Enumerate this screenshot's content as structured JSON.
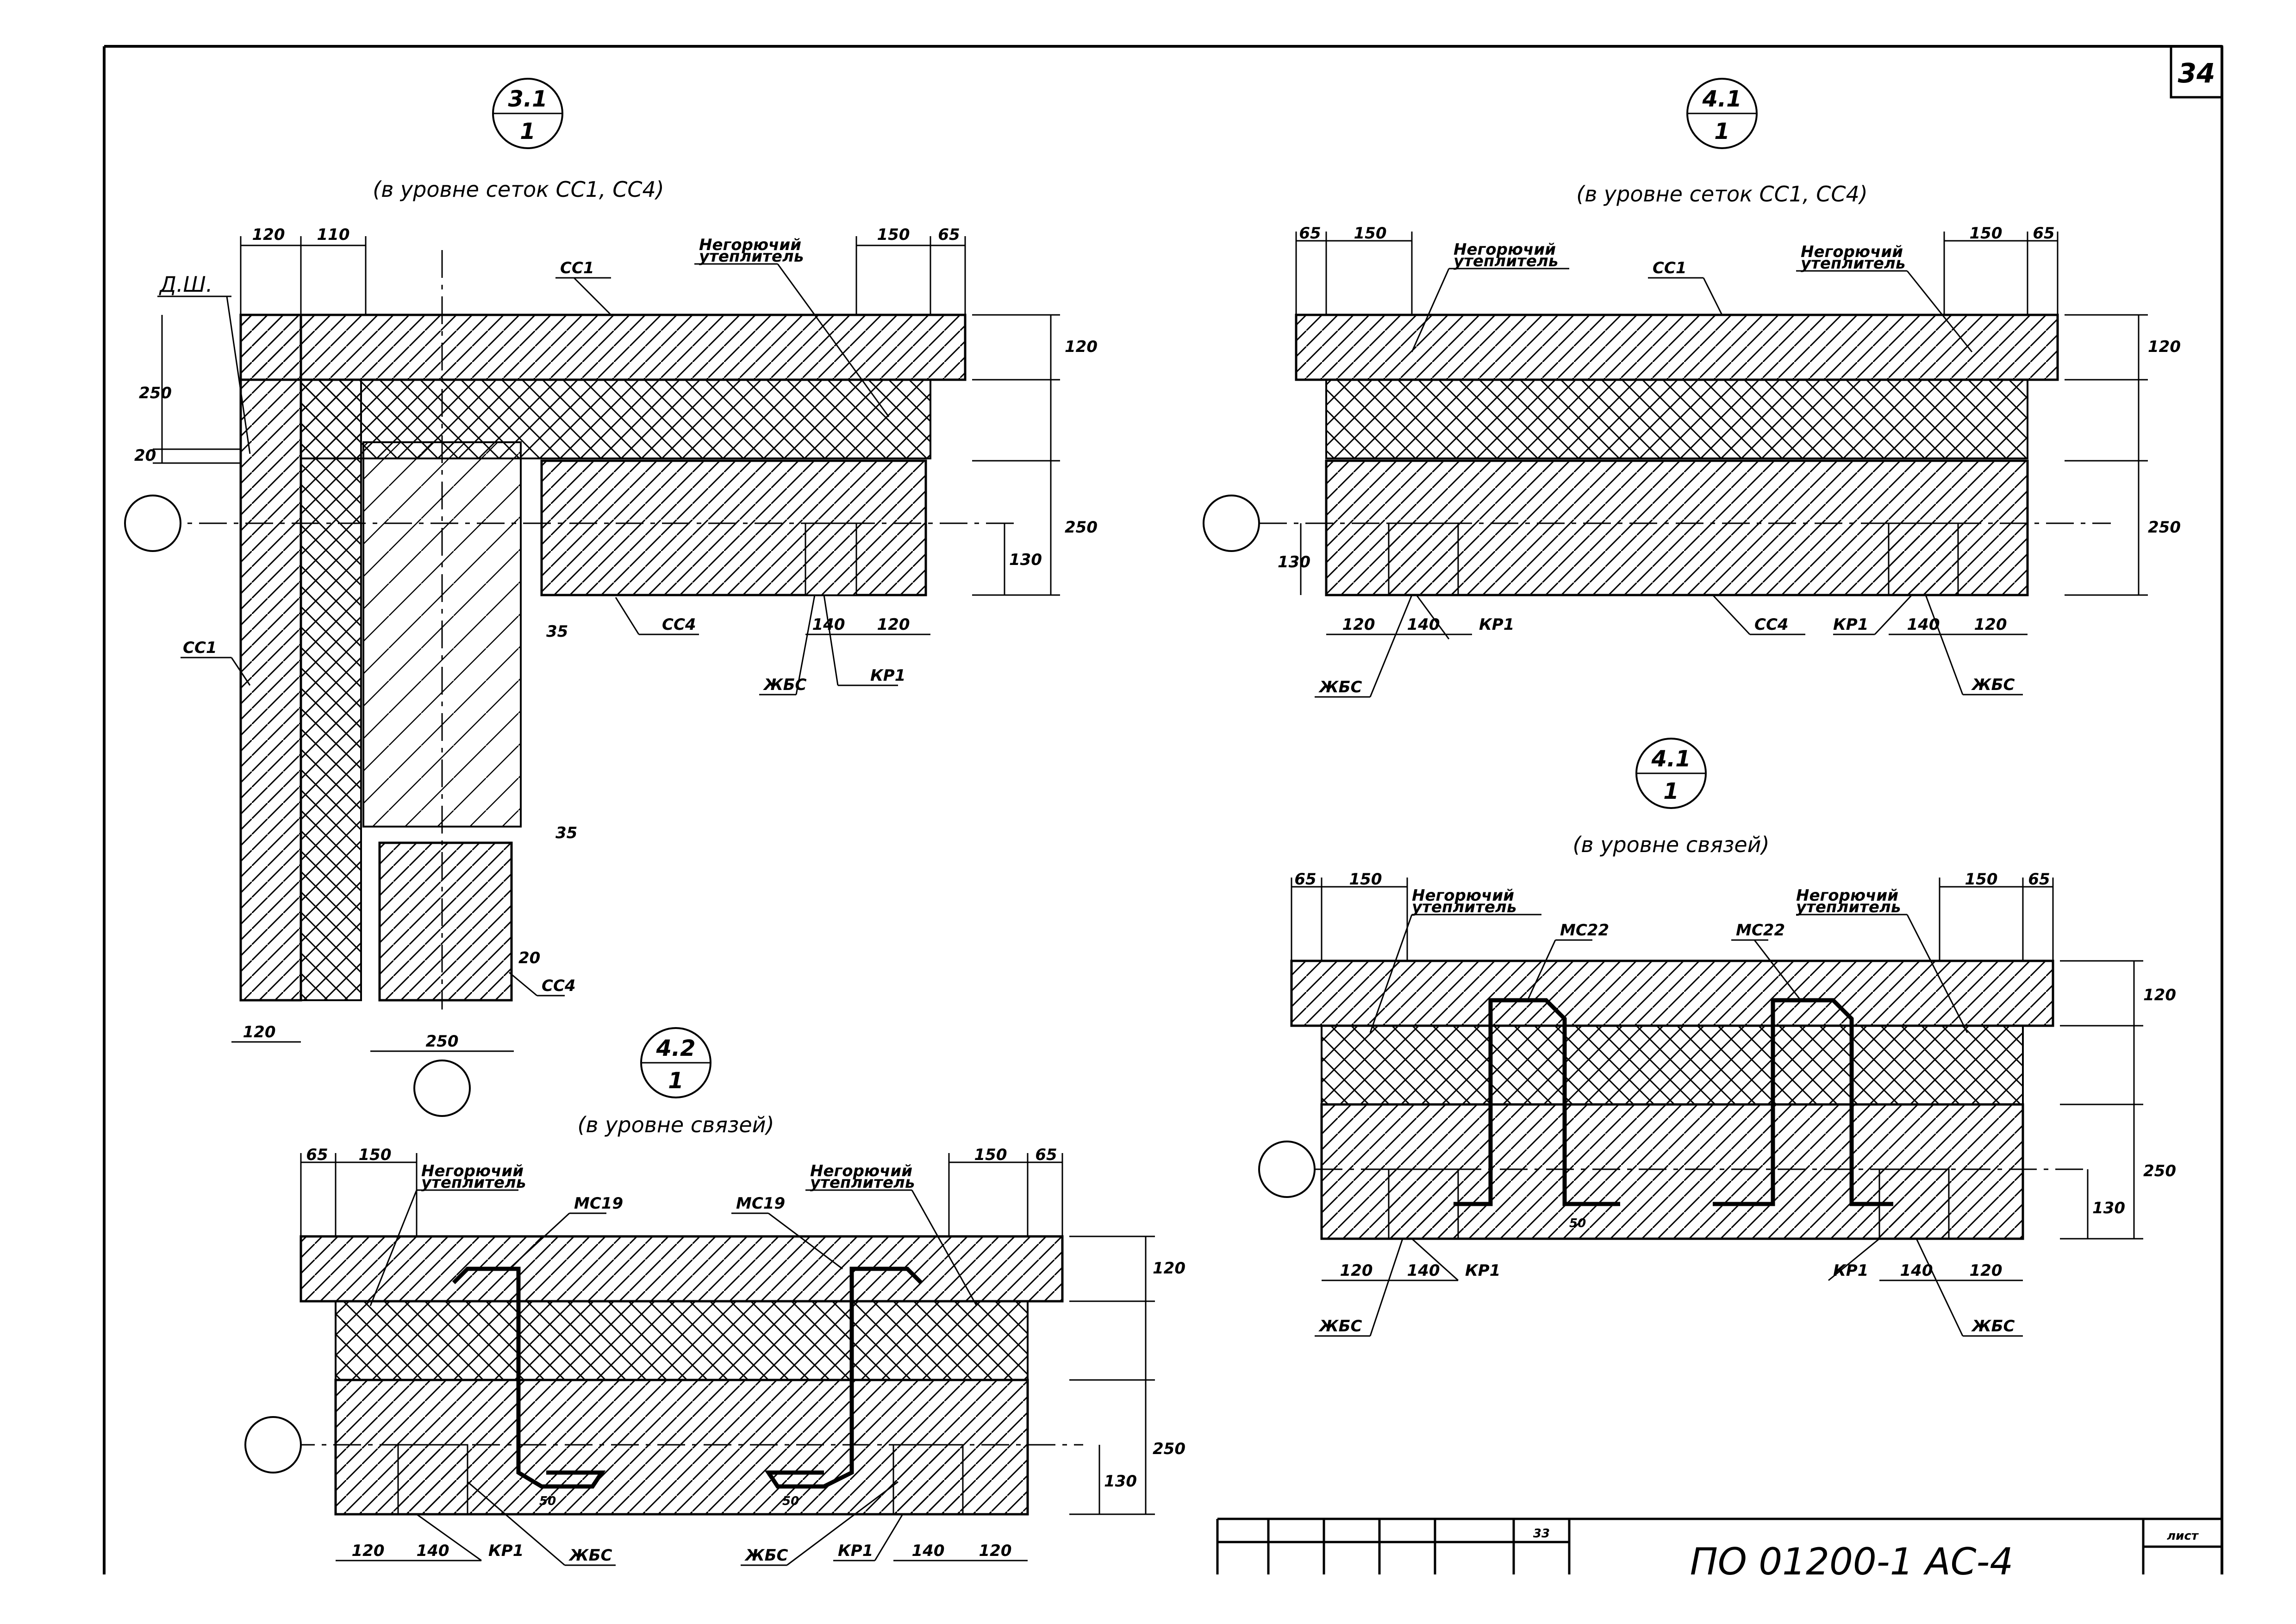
{
  "sheet": {
    "number": "34",
    "code": "ПО 01200-1 АС-4",
    "sheet_label": "лист",
    "stamp_small": "33"
  },
  "details": [
    {
      "num": "3.1",
      "den": "1",
      "caption": "(в уровне сеток СС1, СС4)"
    },
    {
      "num": "4.1",
      "den": "1",
      "caption": "(в уровне сеток СС1, СС4)"
    },
    {
      "num": "4.1",
      "den": "1",
      "caption": "(в уровне связей)"
    },
    {
      "num": "4.2",
      "den": "1",
      "caption": "(в уровне связей)"
    }
  ],
  "labels": {
    "insulation_1": "Негорючий",
    "insulation_2": "утеплитель",
    "cc1": "СС1",
    "cc4": "СС4",
    "zhbs": "ЖБС",
    "kp1": "КР1",
    "du": "Д.Ш.",
    "ms19": "МС19",
    "ms22": "МС22"
  },
  "dims": {
    "d120": "120",
    "d110": "110",
    "d150": "150",
    "d65": "65",
    "d250": "250",
    "d20": "20",
    "d130": "130",
    "d140": "140",
    "d35": "35",
    "d50": "50"
  }
}
